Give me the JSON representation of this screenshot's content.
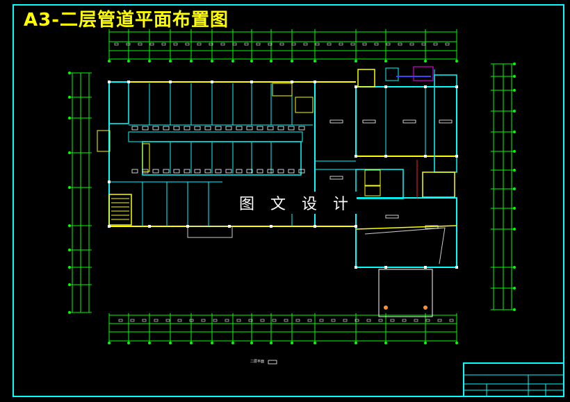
{
  "drawing": {
    "title": "A3-二层管道平面布置图",
    "watermark": "图 文 设 计",
    "plan_label": "二层平面"
  },
  "colors": {
    "frame": "#00ffff",
    "title": "#ffff00",
    "dimension": "#00ff00",
    "wall": "#ffff00",
    "partition": "#00ffff",
    "pipe_red": "#ff2020",
    "pipe_blue": "#4040ff",
    "magenta": "#ff00ff"
  }
}
